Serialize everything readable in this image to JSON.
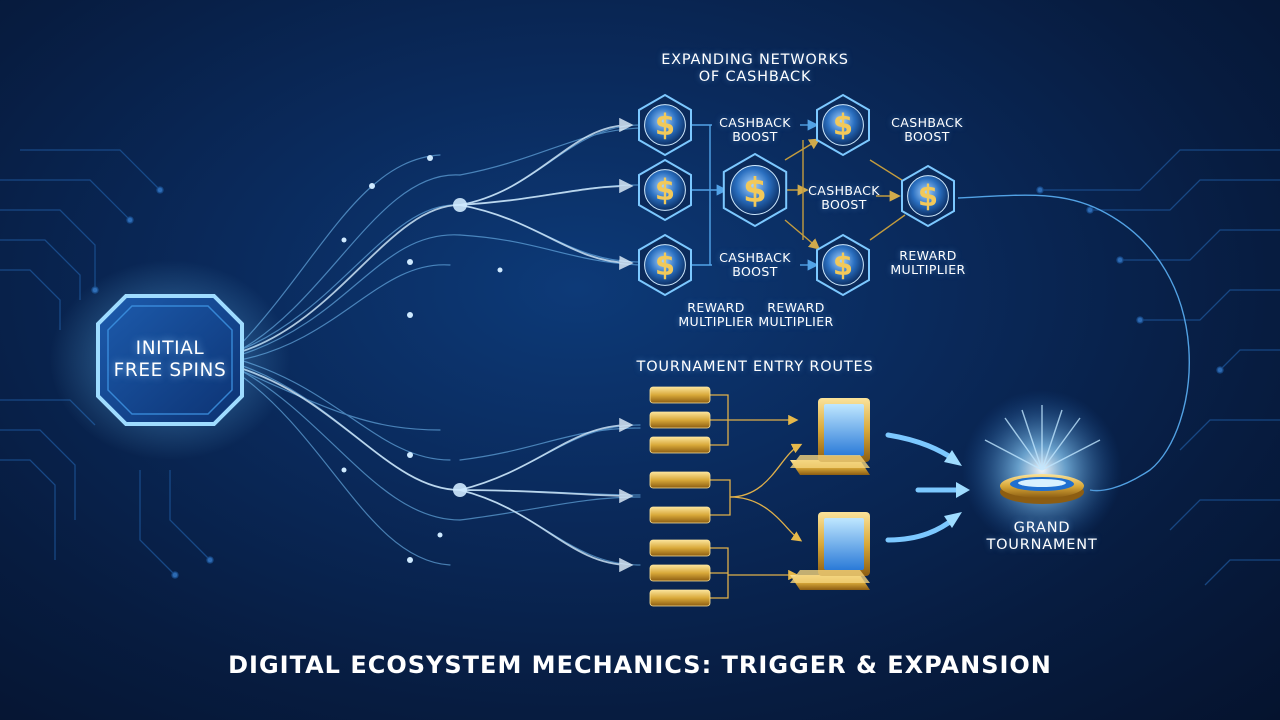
{
  "title": "DIGITAL ECOSYSTEM MECHANICS: TRIGGER & EXPANSION",
  "start_node": {
    "label_line1": "INITIAL",
    "label_line2": "FREE SPINS"
  },
  "cashback_network": {
    "heading_line1": "EXPANDING NETWORKS",
    "heading_line2": "OF CASHBACK",
    "coin_symbol": "$",
    "labels": {
      "boost_top_line1": "CASHBACK",
      "boost_top_line2": "BOOST",
      "boost_top_right_line1": "CASHBACK",
      "boost_top_right_line2": "BOOST",
      "boost_middle_line1": "CASHBACK",
      "boost_middle_line2": "BOOST",
      "boost_bottom_line1": "CASHBACK",
      "boost_bottom_line2": "BOOST",
      "multiplier_right_line1": "REWARD",
      "multiplier_right_line2": "MULTIPLIER",
      "multiplier_left_line1": "REWARD",
      "multiplier_left_line2": "MULTIPLIER",
      "multiplier_center_line1": "REWARD",
      "multiplier_center_line2": "MULTIPLIER"
    }
  },
  "tournament": {
    "heading": "TOURNAMENT ENTRY ROUTES",
    "goal_line1": "GRAND",
    "goal_line2": "TOURNAMENT"
  },
  "colors": {
    "background": "#0a2a5c",
    "glow": "#6ec6ff",
    "gold": "#d9a93a",
    "text": "#ffffff"
  }
}
